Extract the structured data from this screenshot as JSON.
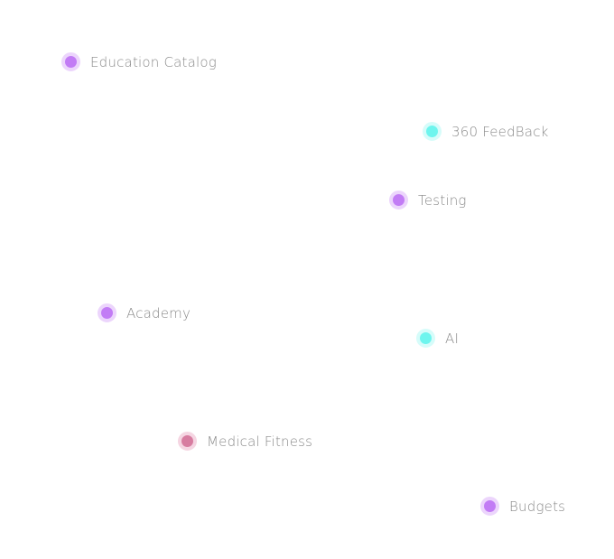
{
  "nodes": [
    {
      "label": "Education Catalog",
      "color": "#c27cf5",
      "ring": "#ecd5fc"
    },
    {
      "label": "360 FeedBack",
      "color": "#6ef5ee",
      "ring": "#d6fcfa"
    },
    {
      "label": "Testing",
      "color": "#c27cf5",
      "ring": "#ecd5fc"
    },
    {
      "label": "Academy",
      "color": "#c27cf5",
      "ring": "#ecd5fc"
    },
    {
      "label": "AI",
      "color": "#6ef5ee",
      "ring": "#d6fcfa"
    },
    {
      "label": "Medical Fitness",
      "color": "#d77ca0",
      "ring": "#f5d5e2"
    },
    {
      "label": "Budgets",
      "color": "#c27cf5",
      "ring": "#ecd5fc"
    }
  ]
}
